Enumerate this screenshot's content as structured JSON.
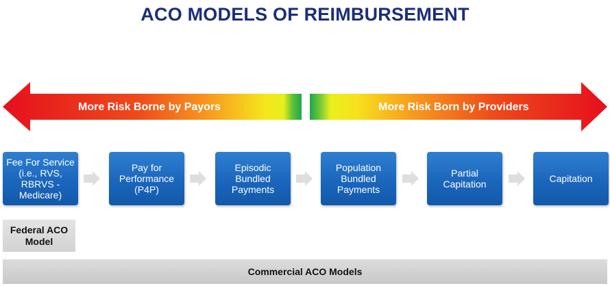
{
  "title": "ACO MODELS OF REIMBURSEMENT",
  "risk_arrow": {
    "left_label": "More Risk Borne by Payors",
    "right_label": "More Risk Born by Providers",
    "colors": {
      "red": "#e8101a",
      "orange": "#f7901e",
      "yellow": "#f5f21a",
      "green": "#1fa84a"
    }
  },
  "steps": [
    {
      "label": "Fee For Service (i.e., RVS, RBRVS -Medicare)"
    },
    {
      "label": "Pay for Performance (P4P)"
    },
    {
      "label": "Episodic Bundled Payments"
    },
    {
      "label": "Population Bundled Payments"
    },
    {
      "label": "Partial Capitation"
    },
    {
      "label": "Capitation"
    }
  ],
  "federal_box": {
    "label": "Federal ACO Model"
  },
  "commercial_bar": {
    "label": "Commercial ACO Models"
  },
  "colors": {
    "title": "#1b2e7a",
    "step_box": "#1b66bd",
    "gray_box": "#d6d6d6"
  },
  "icons": {
    "step_connector": "chevron-right-icon"
  }
}
